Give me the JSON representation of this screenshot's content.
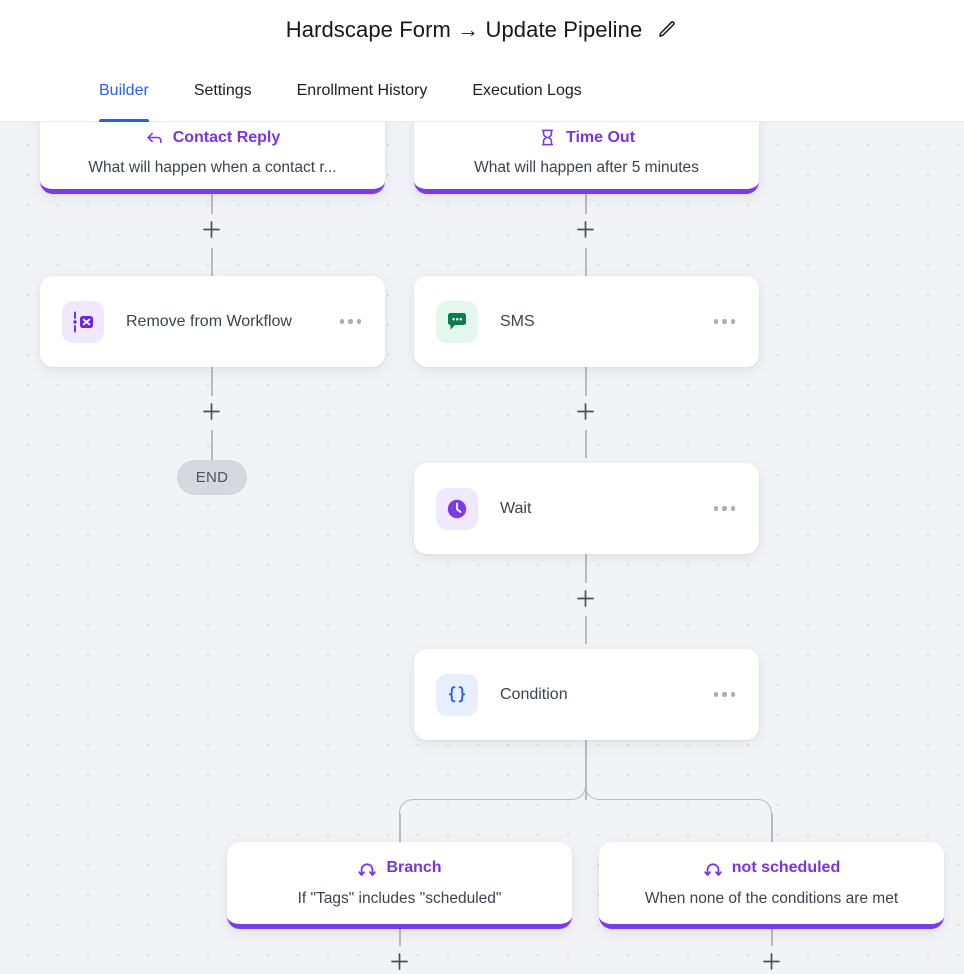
{
  "header": {
    "title": "Hardscape Form → Update Pipeline",
    "edit_icon": "pencil-icon"
  },
  "tabs": [
    {
      "label": "Builder",
      "active": true
    },
    {
      "label": "Settings",
      "active": false
    },
    {
      "label": "Enrollment History",
      "active": false
    },
    {
      "label": "Execution Logs",
      "active": false
    }
  ],
  "canvas": {
    "background_color": "#f1f3f6",
    "dot_color": "#d9dde5",
    "connector_color": "#b6bac3",
    "accent_purple": "#7c3aed",
    "end_label": "END",
    "add_button_label": "+"
  },
  "nodes": {
    "contact_reply": {
      "title": "Contact Reply",
      "subtitle": "What will happen when a contact r...",
      "icon": "reply-arrow-icon",
      "accent": "#7c3aed"
    },
    "time_out": {
      "title": "Time Out",
      "subtitle": "What will happen after 5 minutes",
      "icon": "hourglass-icon",
      "accent": "#7c3aed"
    },
    "remove_from_workflow": {
      "label": "Remove from Workflow",
      "icon": "remove-from-workflow-icon",
      "icon_bg": "#f0e9fe",
      "icon_fg": "#6d28d9"
    },
    "sms": {
      "label": "SMS",
      "icon": "sms-chat-icon",
      "icon_bg": "#e4f7ee",
      "icon_fg": "#0f7a52"
    },
    "wait": {
      "label": "Wait",
      "icon": "clock-icon",
      "icon_bg": "#f0e9fe",
      "icon_fg": "#7c3aed"
    },
    "condition": {
      "label": "Condition",
      "icon": "braces-icon",
      "icon_bg": "#e8eefc",
      "icon_fg": "#2563eb"
    },
    "branch_scheduled": {
      "title": "Branch",
      "subtitle": "If \"Tags\" includes \"scheduled\"",
      "icon": "branch-fork-icon",
      "accent": "#7c3aed"
    },
    "branch_not_scheduled": {
      "title": "not scheduled",
      "subtitle": "When none of the conditions are met",
      "icon": "branch-fork-icon",
      "accent": "#7c3aed"
    }
  }
}
